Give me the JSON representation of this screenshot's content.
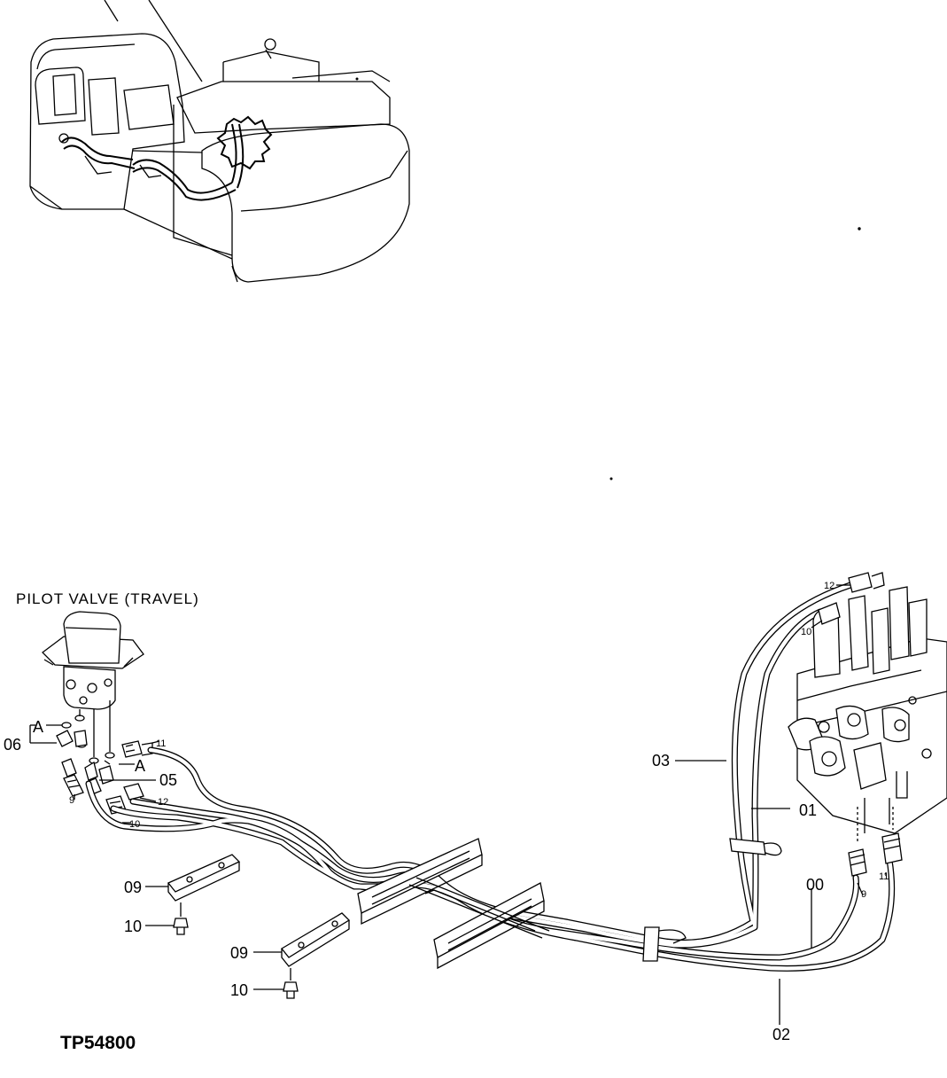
{
  "title": "PILOT VALVE (TRAVEL)",
  "figure_code": "TP54800",
  "callouts": {
    "c00": "00",
    "c01": "01",
    "c02": "02",
    "c03": "03",
    "c05": "05",
    "c06": "06",
    "c09a": "09",
    "c09b": "09",
    "c10a": "10",
    "c10b": "10",
    "marker_a1": "A",
    "marker_a2": "A"
  },
  "small_labels": {
    "s9_left": "9",
    "s10_left": "10",
    "s11_left": "11",
    "s12_left": "12",
    "s12_right": "12",
    "s10_right": "10",
    "s9_right": "9",
    "s11_right": "11"
  }
}
